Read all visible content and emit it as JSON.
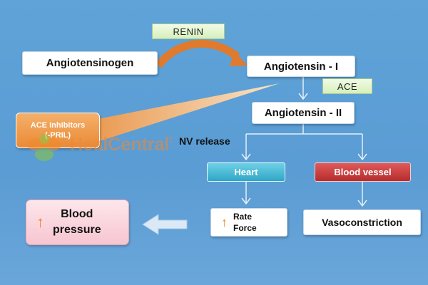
{
  "nodes": {
    "angiotensinogen": "Angiotensinogen",
    "renin": "RENIN",
    "angiotensin_1": "Angiotensin - I",
    "ace": "ACE",
    "angiotensin_2": "Angiotensin - II",
    "ace_inhibitors_line1": "ACE inhibitors",
    "ace_inhibitors_line2": "(-PRIL)",
    "nv_release": "NV release",
    "heart": "Heart",
    "blood_vessel": "Blood vessel",
    "rate": "Rate",
    "force": "Force",
    "vasoconstriction": "Vasoconstriction",
    "blood_pressure_line1": "Blood",
    "blood_pressure_line2": "pressure"
  },
  "watermark": {
    "text": "HealCentral"
  },
  "colors": {
    "background": "#5c9fd6",
    "heart": "#2fa6c6",
    "blood_vessel": "#b62c2c",
    "ace_inhibitors": "#ea8a36",
    "blood_pressure": "#f7c5d0",
    "increase_arrow": "#f08a2a",
    "renin_arrow": "#e07a2c"
  },
  "icons": {
    "increase": "up-arrow-icon",
    "watermark_logo": "leaf-logo-icon"
  }
}
